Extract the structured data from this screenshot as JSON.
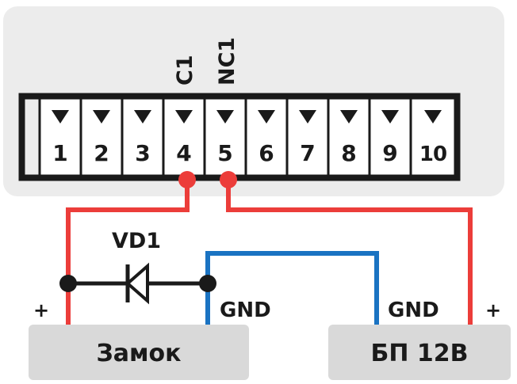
{
  "terminal_block": {
    "terminals": [
      "1",
      "2",
      "3",
      "4",
      "5",
      "6",
      "7",
      "8",
      "9",
      "10"
    ],
    "pin_labels": {
      "c1": "C1",
      "nc1": "NC1"
    }
  },
  "diode": {
    "label": "VD1"
  },
  "lock": {
    "label": "Замок",
    "plus": "+",
    "gnd": "GND"
  },
  "psu": {
    "label": "БП 12В",
    "plus": "+",
    "gnd": "GND"
  },
  "colors": {
    "panel": "#ececec",
    "box": "#d9d9d9",
    "positive_wire": "#ec3d3a",
    "ground_wire": "#1a73c2",
    "outline": "#1a1a1a"
  }
}
